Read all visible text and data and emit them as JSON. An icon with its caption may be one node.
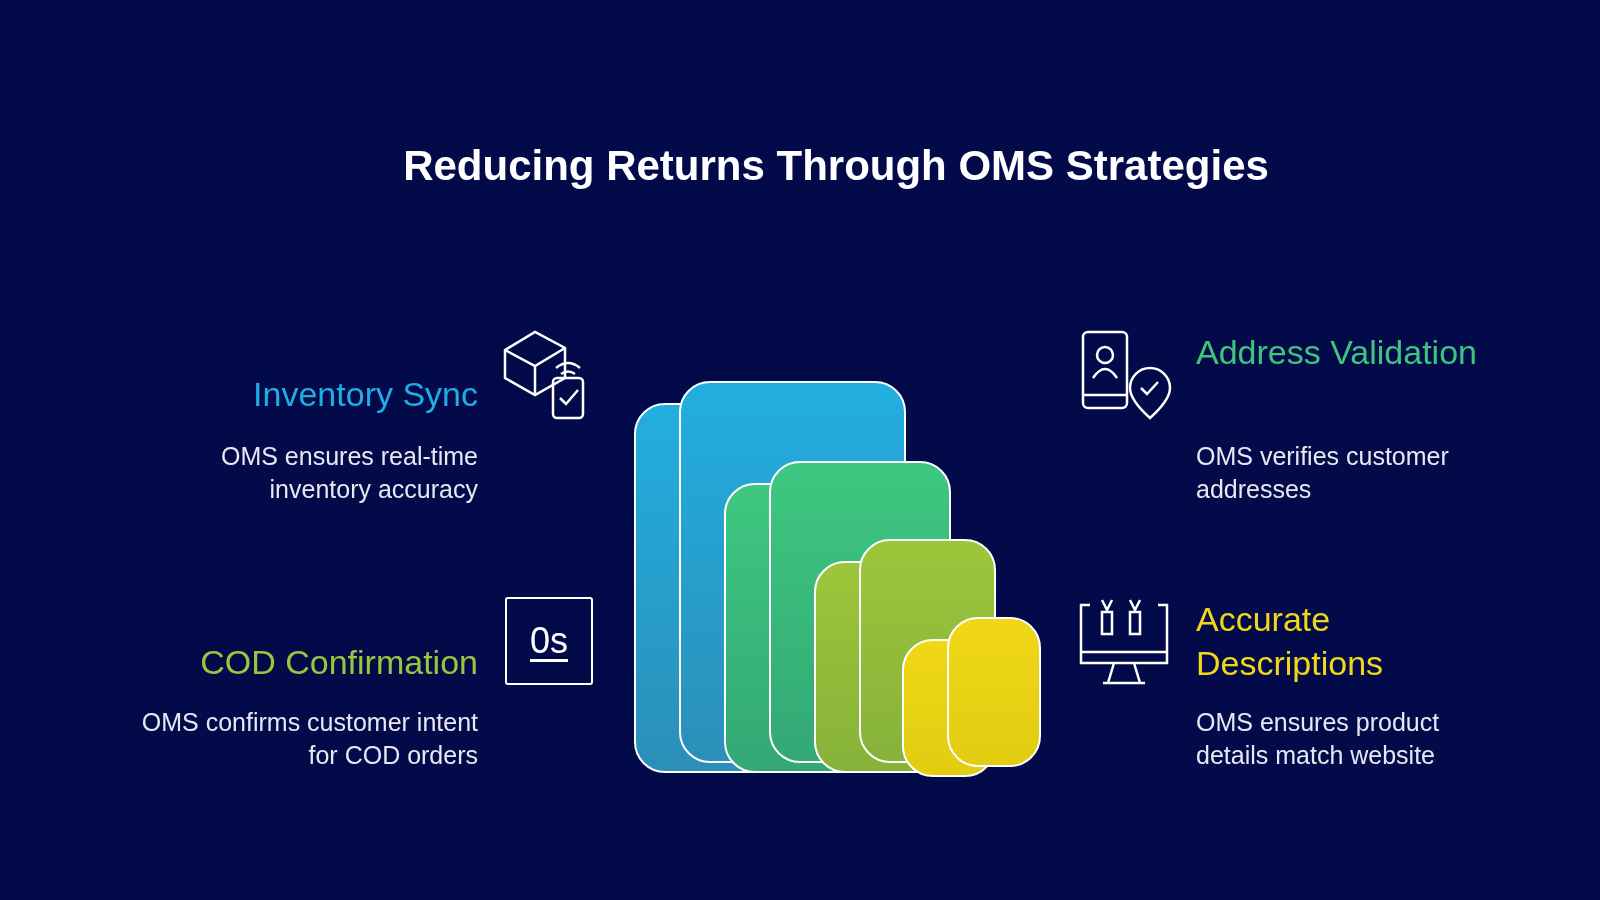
{
  "diagram": {
    "title": "Reducing Returns Through OMS Strategies",
    "labels": [
      "Inventory Sync",
      "OMS ensures real-time inventory accuracy",
      "Address Validation",
      "OMS verifies customer addresses",
      "COD Confirmation",
      "OMS confirms customer intent for COD orders",
      "0s",
      "Accurate Descriptions",
      "OMS ensures product details match website"
    ]
  }
}
